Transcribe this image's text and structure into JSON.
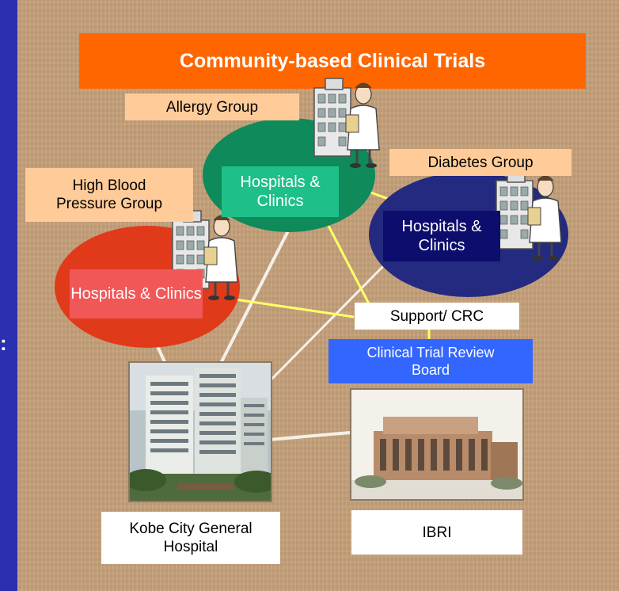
{
  "title": "Community-based Clinical Trials",
  "side_mark": ":",
  "groups": {
    "allergy": {
      "label": "Allergy Group",
      "node_label": "Hospitals & Clinics",
      "color": "#0f8a5a"
    },
    "diabetes": {
      "label": "Diabetes Group",
      "node_label": "Hospitals & Clinics",
      "color": "#242a80"
    },
    "high_bp": {
      "label": "High Blood Pressure Group",
      "node_label": "Hospitals & Clinics",
      "color": "#e03a1a"
    }
  },
  "support": {
    "label": "Support/ CRC"
  },
  "review_board": {
    "label": "Clinical Trial Review Board"
  },
  "kobe": {
    "label": "Kobe City General Hospital"
  },
  "ibri": {
    "label": "IBRI"
  },
  "colors": {
    "background": "#2a2fb0",
    "panel": "#c5a07a",
    "title_bg": "#ff6600",
    "link_white": "#ffffff",
    "link_yellow": "#ffff66",
    "review_bg": "#3366ff"
  }
}
